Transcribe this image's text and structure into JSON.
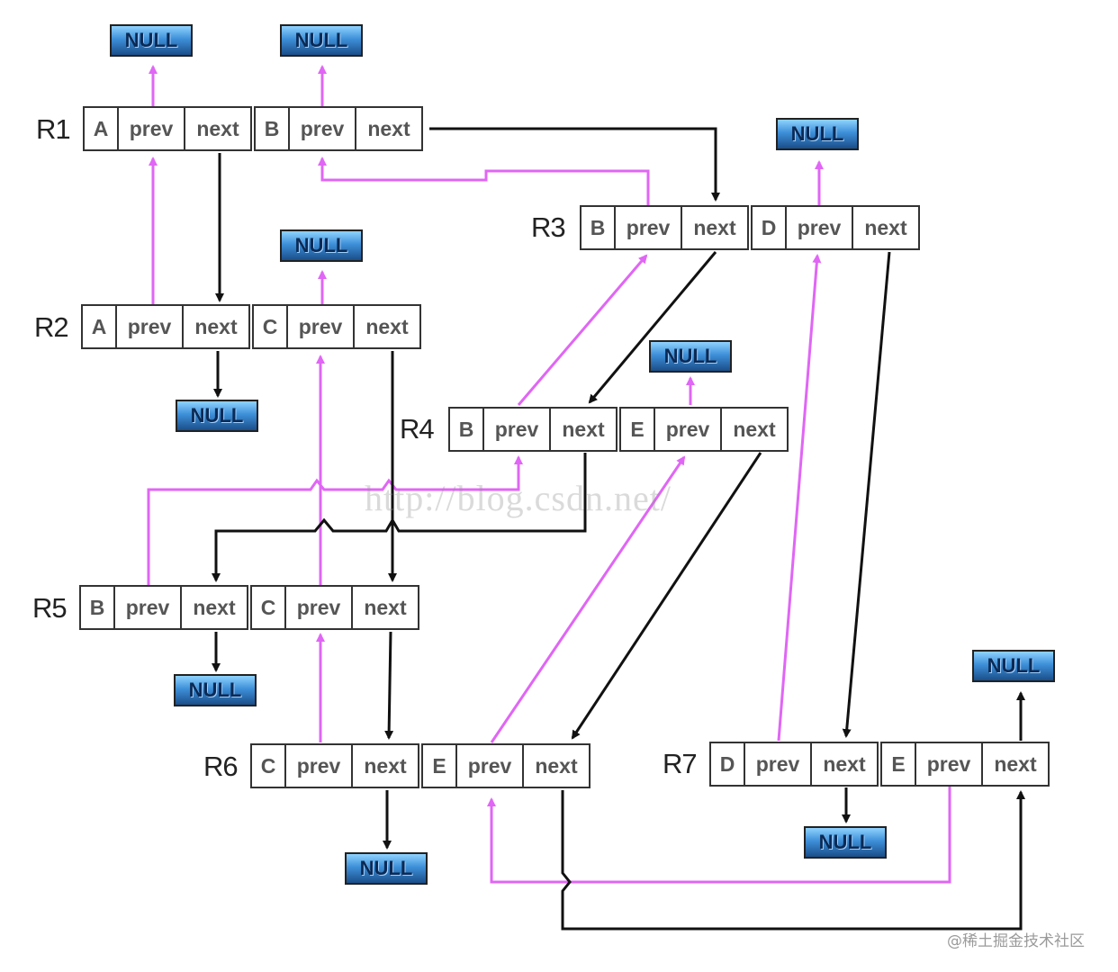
{
  "colors": {
    "prev_link": "#e066f5",
    "next_link": "#111111"
  },
  "rows": [
    {
      "label": "R1",
      "nodes": [
        {
          "letter": "A",
          "prev": "prev",
          "next": "next"
        },
        {
          "letter": "B",
          "prev": "prev",
          "next": "next"
        }
      ]
    },
    {
      "label": "R2",
      "nodes": [
        {
          "letter": "A",
          "prev": "prev",
          "next": "next"
        },
        {
          "letter": "C",
          "prev": "prev",
          "next": "next"
        }
      ]
    },
    {
      "label": "R3",
      "nodes": [
        {
          "letter": "B",
          "prev": "prev",
          "next": "next"
        },
        {
          "letter": "D",
          "prev": "prev",
          "next": "next"
        }
      ]
    },
    {
      "label": "R4",
      "nodes": [
        {
          "letter": "B",
          "prev": "prev",
          "next": "next"
        },
        {
          "letter": "E",
          "prev": "prev",
          "next": "next"
        }
      ]
    },
    {
      "label": "R5",
      "nodes": [
        {
          "letter": "B",
          "prev": "prev",
          "next": "next"
        },
        {
          "letter": "C",
          "prev": "prev",
          "next": "next"
        }
      ]
    },
    {
      "label": "R6",
      "nodes": [
        {
          "letter": "C",
          "prev": "prev",
          "next": "next"
        },
        {
          "letter": "E",
          "prev": "prev",
          "next": "next"
        }
      ]
    },
    {
      "label": "R7",
      "nodes": [
        {
          "letter": "D",
          "prev": "prev",
          "next": "next"
        },
        {
          "letter": "E",
          "prev": "prev",
          "next": "next"
        }
      ]
    }
  ],
  "null_label": "NULL",
  "watermark": "http://blog.csdn.net/",
  "credit": "@稀土掘金技术社区"
}
